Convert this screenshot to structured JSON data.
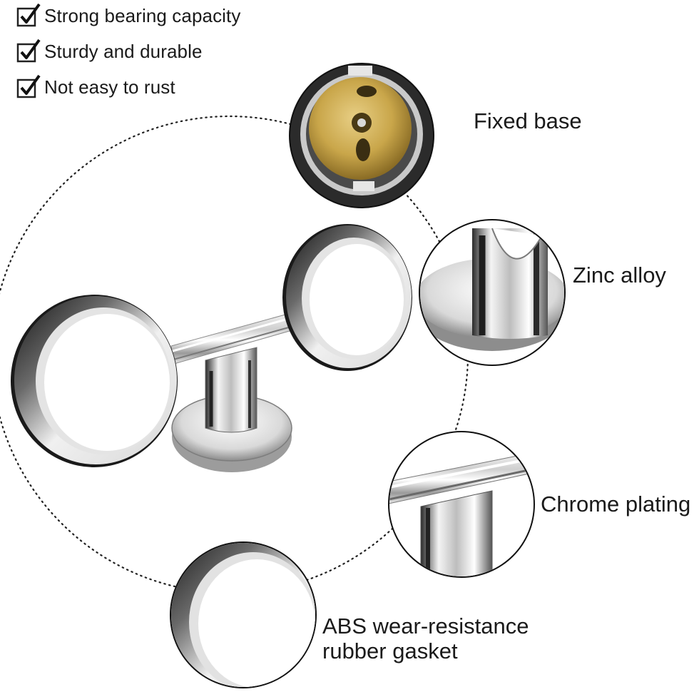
{
  "features": [
    {
      "label": "Strong bearing capacity",
      "icon": "checkbox-checked-icon"
    },
    {
      "label": "Sturdy and durable",
      "icon": "checkbox-checked-icon"
    },
    {
      "label": "Not easy to rust",
      "icon": "checkbox-checked-icon"
    }
  ],
  "callouts": {
    "fixed_base": "Fixed base",
    "zinc_alloy": "Zinc alloy",
    "chrome_plating": "Chrome plating",
    "gasket_line1": "ABS wear-resistance",
    "gasket_line2": "rubber gasket"
  },
  "colors": {
    "chrome_dark": "#1c1c1c",
    "chrome_light": "#f2f2f2",
    "brass": "#c9a64a",
    "text": "#1a1a1a"
  }
}
